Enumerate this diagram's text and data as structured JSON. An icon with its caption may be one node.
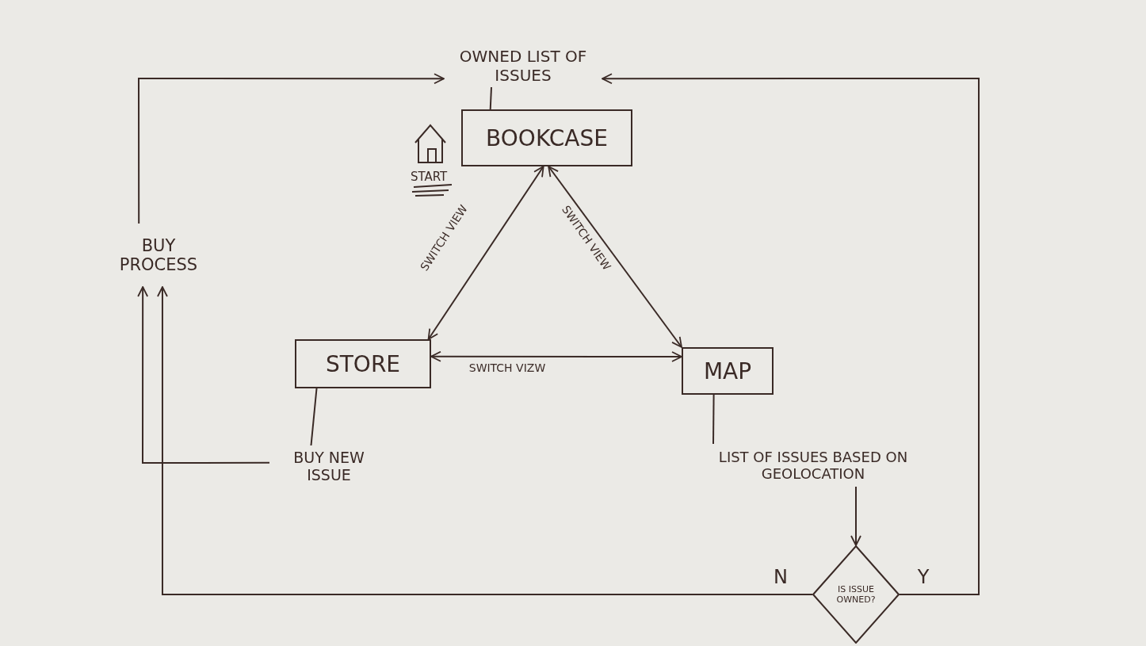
{
  "diagram": {
    "nodes": [
      {
        "text": [
          "OWNED LIST OF ISSUES"
        ]
      },
      {
        "text": [
          "BOOKCASE"
        ]
      },
      {
        "text": [
          "BUY PROCESS"
        ]
      },
      {
        "text": [
          "STORE"
        ]
      },
      {
        "text": [
          "MAP"
        ]
      },
      {
        "text": [
          "BUY NEW ISSUE"
        ]
      },
      {
        "text": [
          "LIST OF ISSUES BASED ON GEOLOCATION"
        ]
      },
      {
        "text": [
          "IS ISSUE OWNED?"
        ]
      }
    ],
    "edges": [
      {
        "from": 1,
        "to": 0,
        "arrow": "none"
      },
      {
        "from": 1,
        "to": 3,
        "arrow": "both",
        "label": "SWITCH VIEW"
      },
      {
        "from": 1,
        "to": 4,
        "arrow": "both",
        "label": "SWITCH VIEW"
      },
      {
        "from": 3,
        "to": 4,
        "arrow": "both",
        "label": "SWITCH VIZW"
      },
      {
        "from": 3,
        "to": 5,
        "arrow": "none"
      },
      {
        "from": 4,
        "to": 6,
        "arrow": "none"
      },
      {
        "from": 5,
        "to": 2,
        "arrow": "to"
      },
      {
        "from": 2,
        "to": 0,
        "arrow": "to"
      },
      {
        "from": 6,
        "to": 7,
        "arrow": "to"
      },
      {
        "from": 7,
        "to": 0,
        "arrow": "to",
        "label": "Y"
      },
      {
        "from": 7,
        "to": 2,
        "arrow": "to",
        "label": "N"
      }
    ],
    "labels": [
      "START"
    ]
  }
}
